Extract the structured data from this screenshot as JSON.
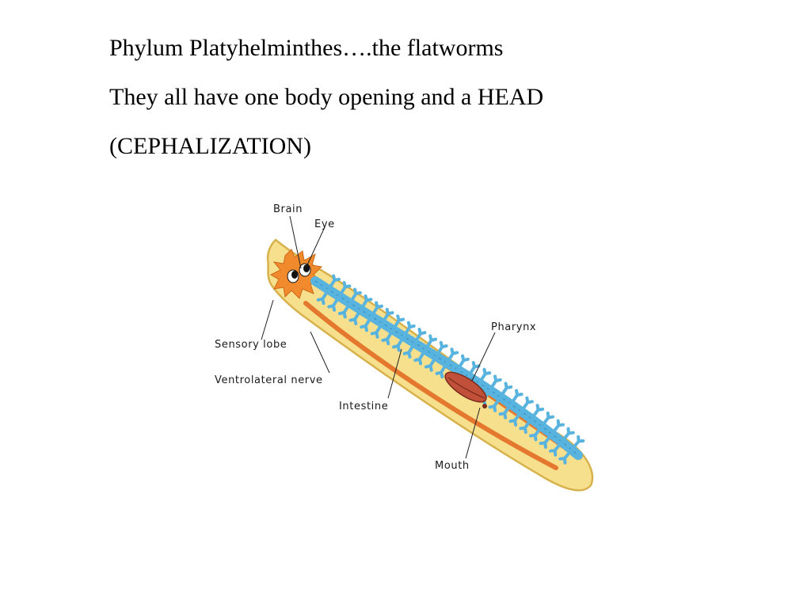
{
  "slide": {
    "lines": [
      "Phylum Platyhelminthes….the flatworms",
      "They all have one body opening and a HEAD",
      "(CEPHALIZATION)"
    ]
  },
  "diagram": {
    "labels": {
      "brain": "Brain",
      "eye": "Eye",
      "pharynx": "Pharynx",
      "sensory_lobe": "Sensory lobe",
      "ventrolateral_nerve": "Ventrolateral nerve",
      "intestine": "Intestine",
      "mouth": "Mouth"
    },
    "colors": {
      "body": "#f6e08e",
      "body_outline": "#d7b24c",
      "brain": "#f08a2c",
      "nerve": "#e4782e",
      "intestine": "#58b3de",
      "intestine_outline": "#2f88b8",
      "pharynx": "#c0503a"
    }
  }
}
